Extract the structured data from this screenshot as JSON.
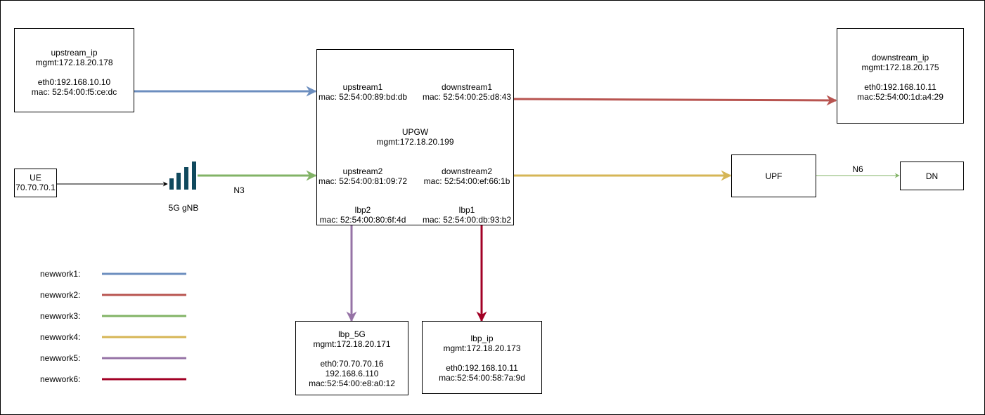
{
  "colors": {
    "network1": "#6c8ebf",
    "network2": "#b85450",
    "network3": "#82b366",
    "network4": "#d6b656",
    "network5": "#9673a6",
    "network6": "#a20025",
    "gnb_icon": "#10495d",
    "n6_line": "#82b366",
    "ue_line": "#000000"
  },
  "nodes": {
    "upstream_ip": {
      "name": "upstream_ip",
      "mgmt": "mgmt:172.18.20.178",
      "eth0": "eth0:192.168.10.10",
      "mac": "mac: 52:54:00:f5:ce:dc"
    },
    "downstream_ip": {
      "name": "downstream_ip",
      "mgmt": "mgmt:172.18.20.175",
      "eth0": "eth0:192.168.10.11",
      "mac": "mac:52:54:00:1d:a4:29"
    },
    "upgw": {
      "name": "UPGW",
      "mgmt": "mgmt:172.18.20.199",
      "upstream1_name": "upstream1",
      "upstream1_mac": "mac: 52:54:00:89:bd:db",
      "downstream1_name": "downstream1",
      "downstream1_mac": "mac: 52:54:00:25:d8:43",
      "upstream2_name": "upstream2",
      "upstream2_mac": "mac: 52:54:00:81:09:72",
      "downstream2_name": "downstream2",
      "downstream2_mac": "mac: 52:54:00:ef:66:1b",
      "lbp2_name": "lbp2",
      "lbp2_mac": "mac: 52:54:00:80:6f:4d",
      "lbp1_name": "lbp1",
      "lbp1_mac": "mac: 52:54:00:db:93:b2"
    },
    "ue": {
      "name": "UE",
      "ip": "70.70.70.1"
    },
    "gnb": {
      "label": "5G gNB"
    },
    "upf": {
      "name": "UPF"
    },
    "dn": {
      "name": "DN"
    },
    "lbp_5g": {
      "name": "lbp_5G",
      "mgmt": "mgmt:172.18.20.171",
      "eth0": "eth0:70.70.70.16",
      "ip2": "192.168.6.110",
      "mac": "mac:52:54:00:e8:a0:12"
    },
    "lbp_ip": {
      "name": "lbp_ip",
      "mgmt": "mgmt:172.18.20.173",
      "eth0": "eth0:192.168.10.11",
      "mac": "mac:52:54:00:58:7a:9d"
    }
  },
  "edge_labels": {
    "n3": "N3",
    "n6": "N6"
  },
  "legend": [
    {
      "label": "newwork1:",
      "color": "#6c8ebf"
    },
    {
      "label": "newwork2:",
      "color": "#b85450"
    },
    {
      "label": "newwork3:",
      "color": "#82b366"
    },
    {
      "label": "newwork4:",
      "color": "#d6b656"
    },
    {
      "label": "newwork5:",
      "color": "#9673a6"
    },
    {
      "label": "newwork6:",
      "color": "#a20025"
    }
  ]
}
